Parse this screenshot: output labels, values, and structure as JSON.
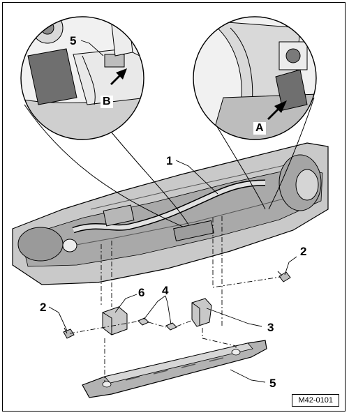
{
  "figure": {
    "reference_code": "M42-0101",
    "callouts": {
      "c1": "1",
      "c2_right": "2",
      "c2_left": "2",
      "c3": "3",
      "c4": "4",
      "c5_top": "5",
      "c5_bottom": "5",
      "c6": "6"
    },
    "detail_letters": {
      "a": "A",
      "b": "B"
    }
  },
  "colors": {
    "line": "#000000",
    "shade_dark": "#8a8a8a",
    "shade_mid": "#b9b9b9",
    "shade_light": "#dcdcdc",
    "background": "#ffffff"
  }
}
